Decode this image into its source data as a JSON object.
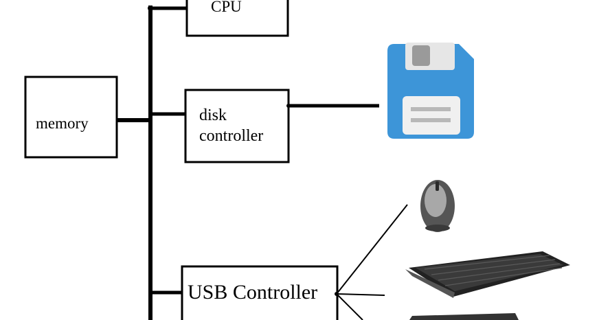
{
  "diagram": {
    "nodes": {
      "cpu": {
        "label": "CPU"
      },
      "memory": {
        "label": "memory"
      },
      "disk_controller": {
        "label_line1": "disk",
        "label_line2": "controller"
      },
      "usb_controller": {
        "label": "USB Controller"
      }
    },
    "devices": {
      "disk": {
        "icon": "floppy-disk-icon",
        "colors": {
          "body": "#3d95d8",
          "shutter": "#e6e6e6",
          "label": "#f0f0f0"
        }
      },
      "mouse": {
        "icon": "mouse-icon"
      },
      "keyboard": {
        "icon": "keyboard-icon"
      },
      "extra": {
        "icon": "device-icon"
      }
    },
    "colors": {
      "line": "#000000",
      "background": "#ffffff"
    }
  }
}
